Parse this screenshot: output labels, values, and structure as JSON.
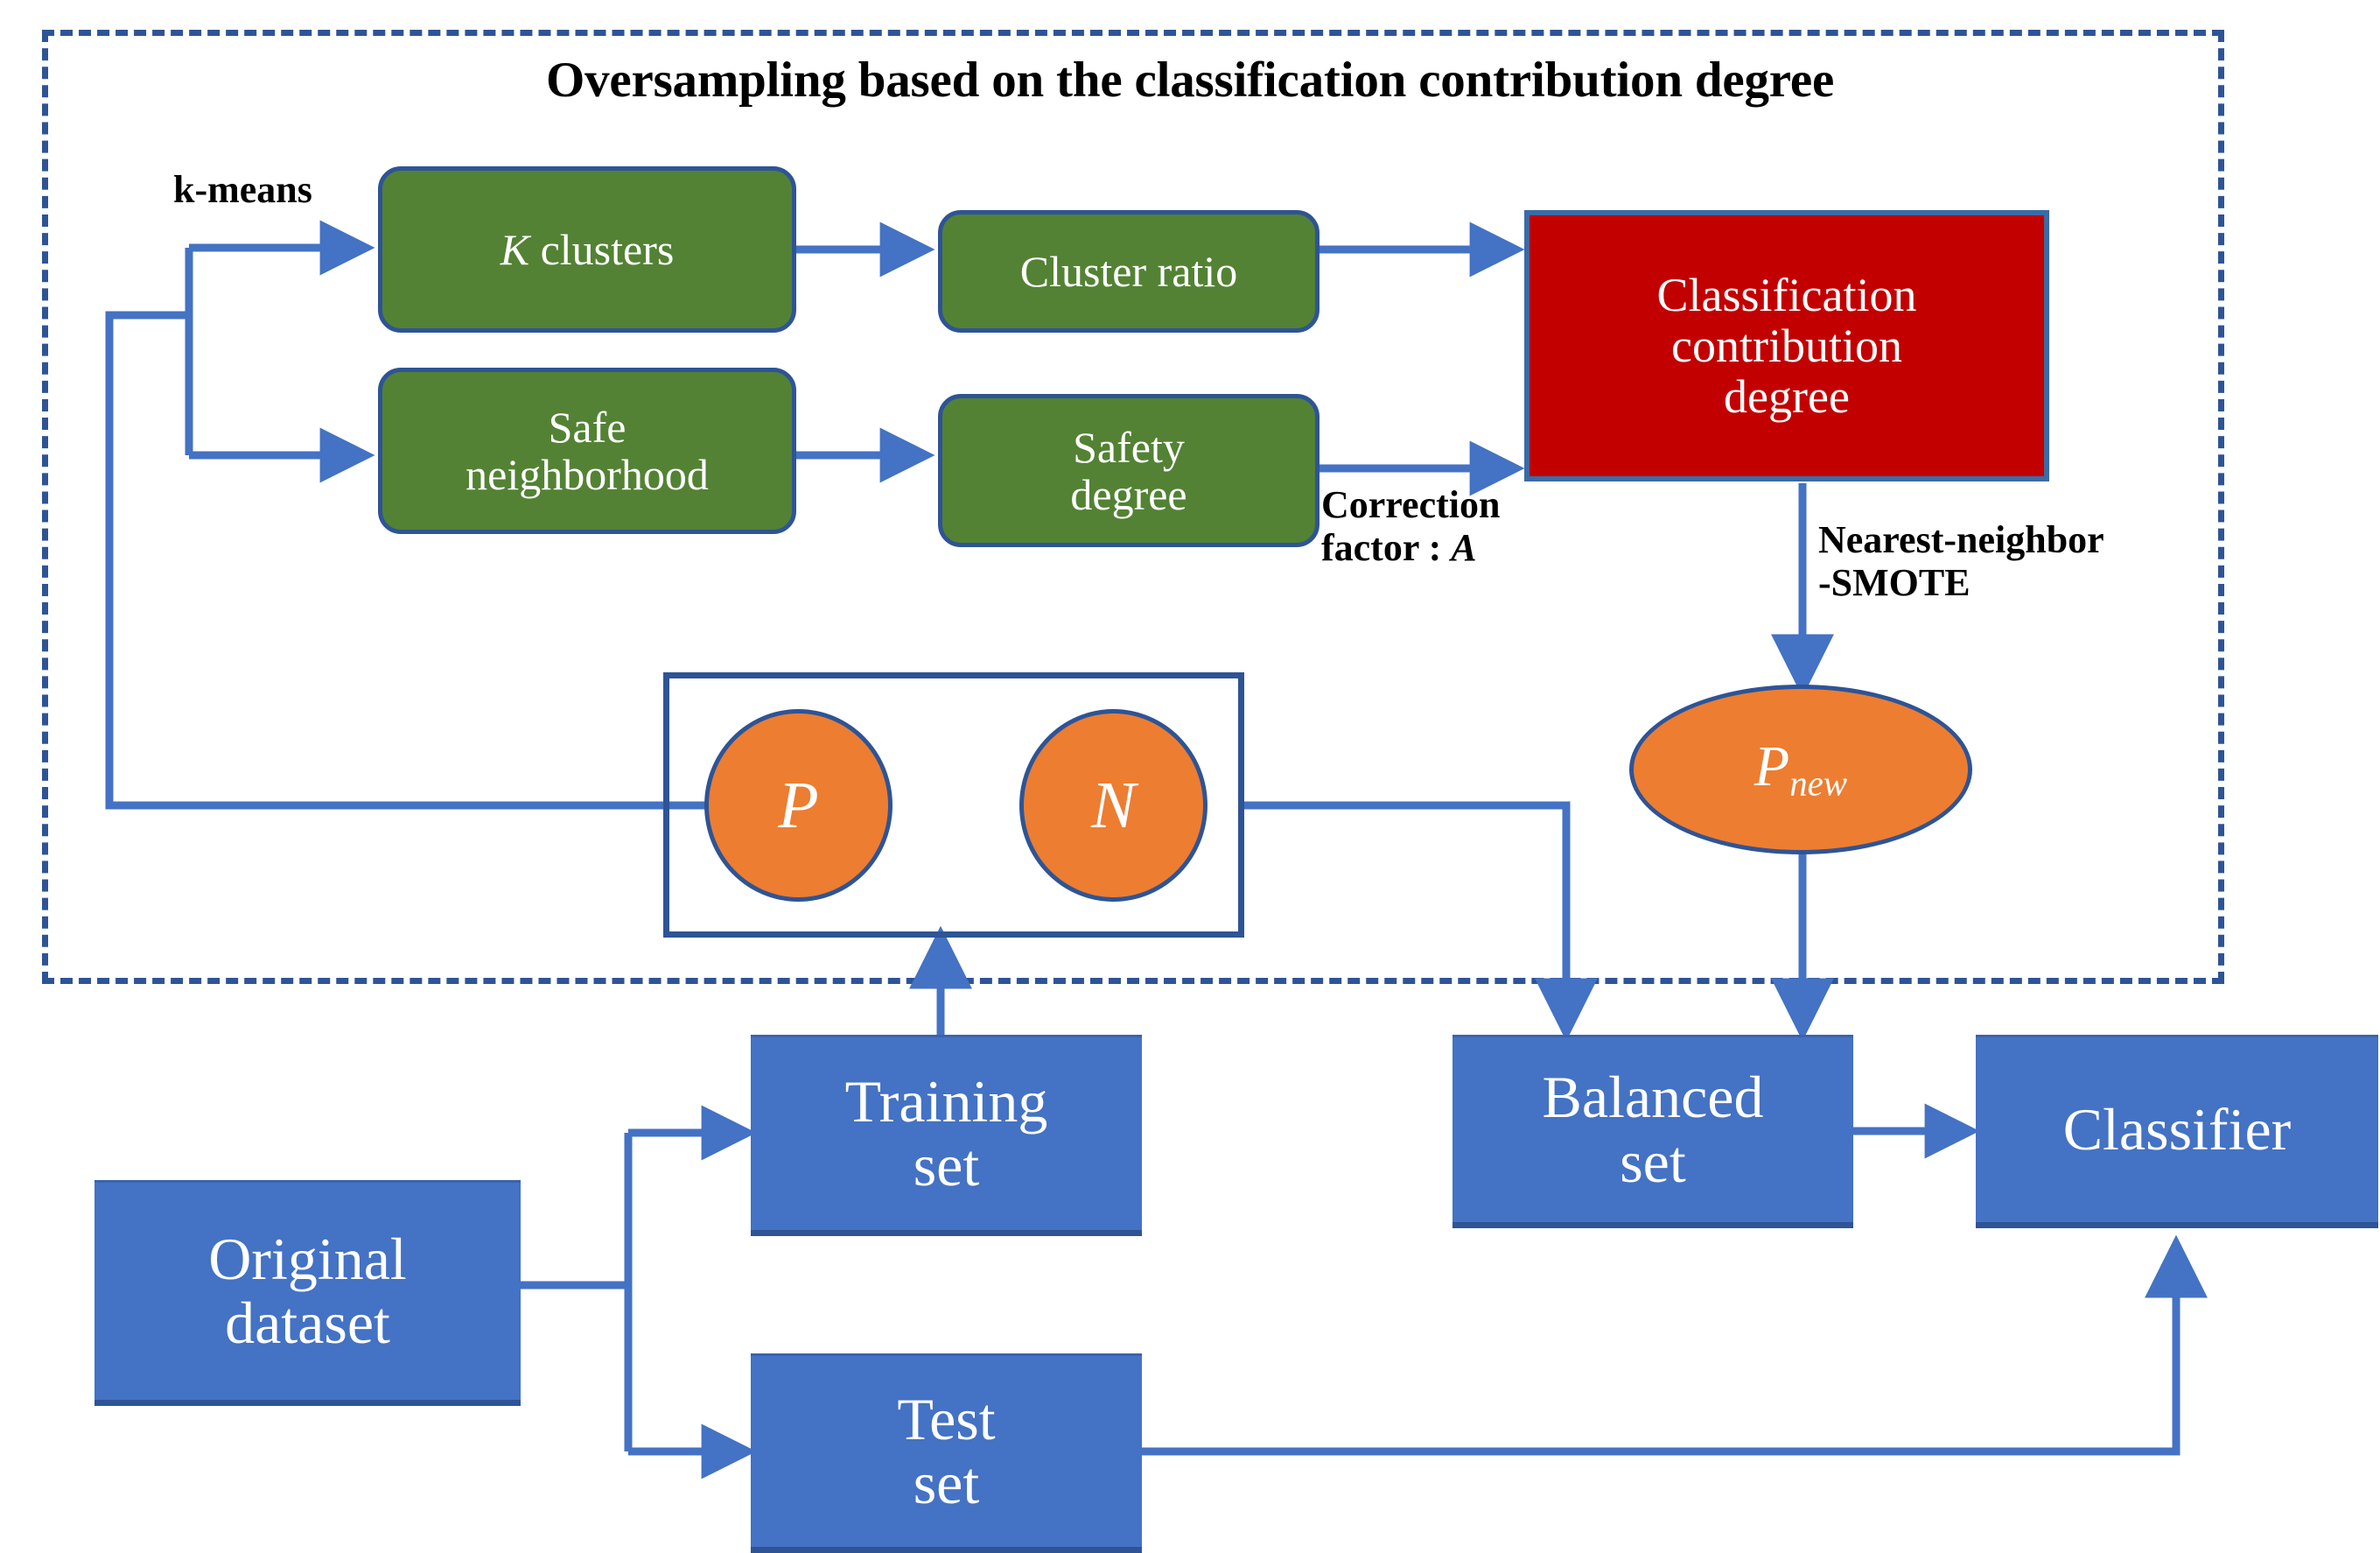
{
  "diagram": {
    "title": "Oversampling based on the classification contribution degree",
    "colors": {
      "green_node": "#538234",
      "red_node": "#C30000",
      "blue_node": "#4472C4",
      "orange_node": "#ED7D31",
      "outline": "#2e5496",
      "arrow": "#4472C4",
      "dash_border": "#2e5496"
    },
    "nodes": {
      "k_clusters": "K clusters",
      "k_clusters_italic_prefix": "K",
      "k_clusters_rest": " clusters",
      "cluster_ratio": "Cluster ratio",
      "safe_neighborhood": "Safe\nneighborhood",
      "safety_degree": "Safety\ndegree",
      "classification_contribution_degree": "Classification\ncontribution\ndegree",
      "p_circle": "P",
      "n_circle": "N",
      "p_new_base": "P",
      "p_new_sub": "new",
      "original_dataset": "Original\ndataset",
      "training_set": "Training\nset",
      "test_set": "Test\nset",
      "balanced_set": "Balanced\nset",
      "classifier": "Classifier"
    },
    "edge_labels": {
      "k_means": "k-means",
      "correction_factor": "Correction\nfactor : ",
      "correction_factor_symbol": "A",
      "nearest_neighbor_smote": "Nearest-neighbor\n-SMOTE"
    }
  }
}
